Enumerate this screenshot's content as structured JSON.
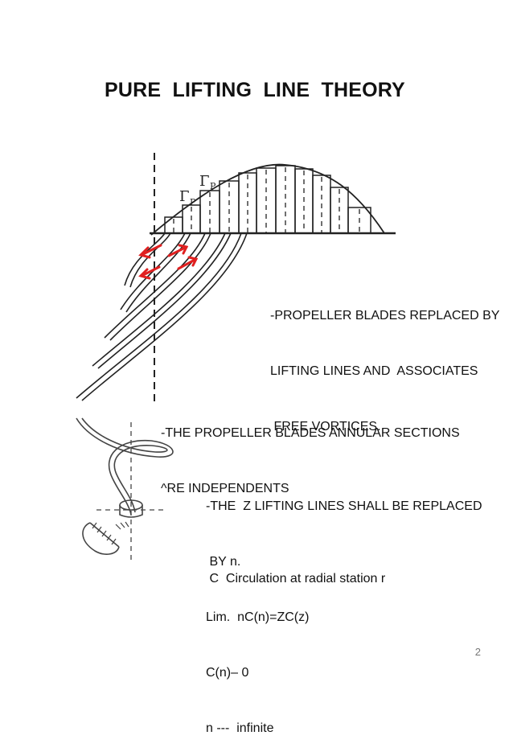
{
  "slide": {
    "title": "PURE  LIFTING  LINE  THEORY",
    "page_number": "2"
  },
  "figure_top": {
    "labels": {
      "gamma_p": "Γ",
      "gamma_p_sub": "P",
      "gamma_p2": "Γ",
      "gamma_p2_sub": "P"
    },
    "arrow_color": "#e02020"
  },
  "text_blocks": {
    "block1": [
      "-PROPELLER BLADES REPLACED BY",
      "LIFTING LINES AND  ASSOCIATES",
      " FREE VORTICES."
    ],
    "block2": [
      "-THE PROPELLER BLADES ANNULAR SECTIONS",
      "^RE INDEPENDENTS"
    ],
    "block3": [
      "-THE  Z LIFTING LINES SHALL BE REPLACED",
      " BY n.",
      "Lim.  nC(n)=ZC(z)",
      "C(n)– 0",
      "n ---  infinite"
    ],
    "block4": " C  Circulation at radial station r"
  }
}
